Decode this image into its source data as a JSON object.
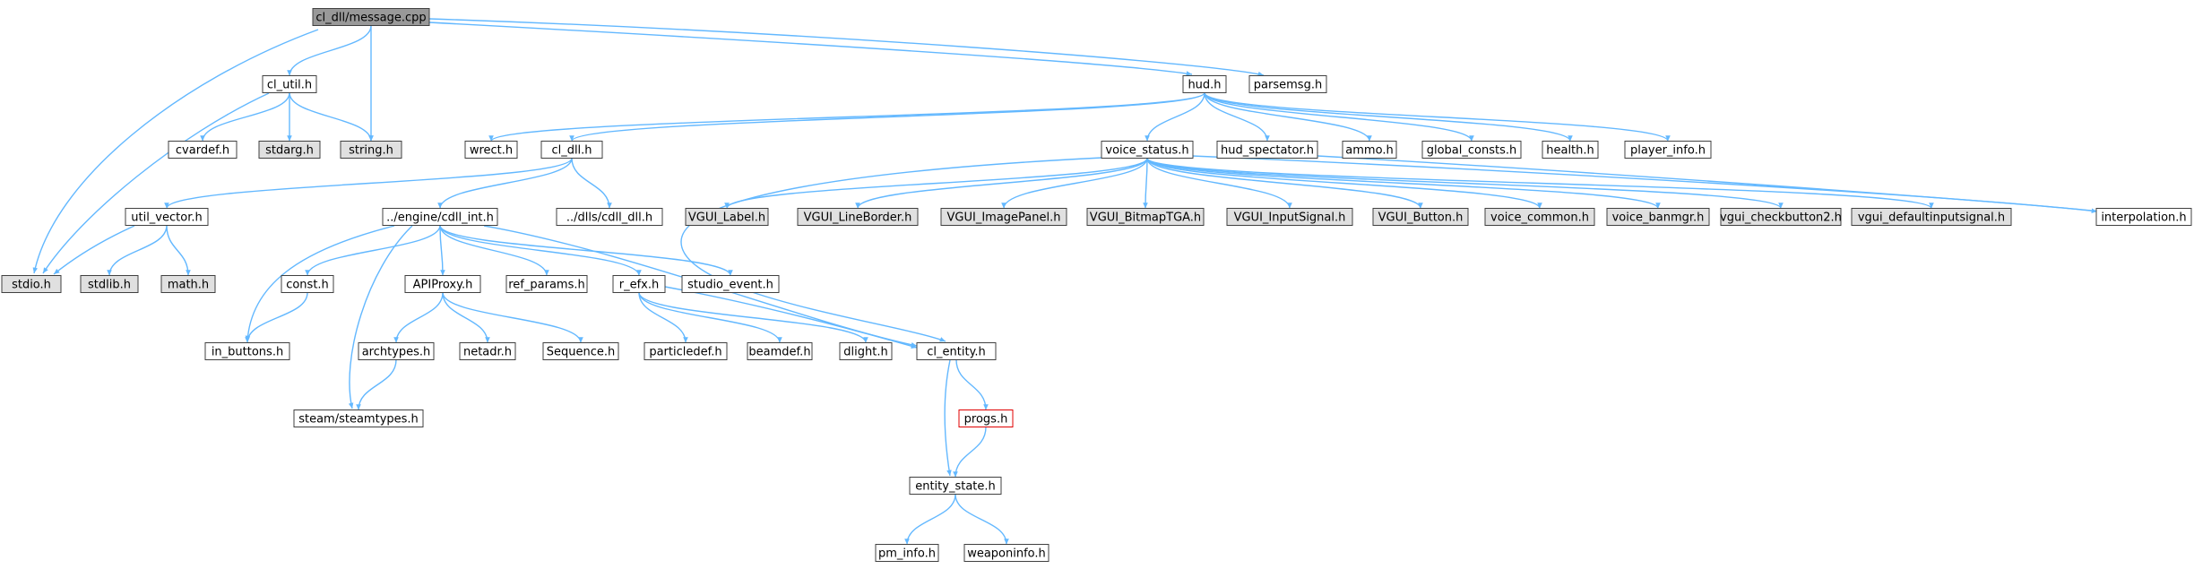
{
  "colors": {
    "edge": "#63b8ff",
    "node_normal": "#ffffff",
    "node_external": "#e0e0e0",
    "node_root": "#999999",
    "node_border": "#404040",
    "node_error_border": "#e00000"
  },
  "graph": {
    "nodes": [
      {
        "id": "n_root",
        "label": "cl_dll/message.cpp",
        "kind": "root"
      },
      {
        "id": "n_cl_util",
        "label": "cl_util.h",
        "kind": "normal"
      },
      {
        "id": "n_hud",
        "label": "hud.h",
        "kind": "normal"
      },
      {
        "id": "n_parsemsg",
        "label": "parsemsg.h",
        "kind": "normal"
      },
      {
        "id": "n_cvardef",
        "label": "cvardef.h",
        "kind": "normal"
      },
      {
        "id": "n_stdarg",
        "label": "stdarg.h",
        "kind": "external"
      },
      {
        "id": "n_string",
        "label": "string.h",
        "kind": "external"
      },
      {
        "id": "n_wrect",
        "label": "wrect.h",
        "kind": "normal"
      },
      {
        "id": "n_cl_dll",
        "label": "cl_dll.h",
        "kind": "normal"
      },
      {
        "id": "n_voice_status",
        "label": "voice_status.h",
        "kind": "normal"
      },
      {
        "id": "n_hud_spectator",
        "label": "hud_spectator.h",
        "kind": "normal"
      },
      {
        "id": "n_ammo",
        "label": "ammo.h",
        "kind": "normal"
      },
      {
        "id": "n_global_consts",
        "label": "global_consts.h",
        "kind": "normal"
      },
      {
        "id": "n_health",
        "label": "health.h",
        "kind": "normal"
      },
      {
        "id": "n_player_info",
        "label": "player_info.h",
        "kind": "normal"
      },
      {
        "id": "n_util_vector",
        "label": "util_vector.h",
        "kind": "normal"
      },
      {
        "id": "n_cdll_int",
        "label": "../engine/cdll_int.h",
        "kind": "normal"
      },
      {
        "id": "n_dlls_cdll",
        "label": "../dlls/cdll_dll.h",
        "kind": "normal"
      },
      {
        "id": "n_vgui_label",
        "label": "VGUI_Label.h",
        "kind": "external"
      },
      {
        "id": "n_vgui_lineborder",
        "label": "VGUI_LineBorder.h",
        "kind": "external"
      },
      {
        "id": "n_vgui_imagepanel",
        "label": "VGUI_ImagePanel.h",
        "kind": "external"
      },
      {
        "id": "n_vgui_bitmaptga",
        "label": "VGUI_BitmapTGA.h",
        "kind": "external"
      },
      {
        "id": "n_vgui_inputsignal",
        "label": "VGUI_InputSignal.h",
        "kind": "external"
      },
      {
        "id": "n_vgui_button",
        "label": "VGUI_Button.h",
        "kind": "external"
      },
      {
        "id": "n_voice_common",
        "label": "voice_common.h",
        "kind": "external"
      },
      {
        "id": "n_voice_banmgr",
        "label": "voice_banmgr.h",
        "kind": "external"
      },
      {
        "id": "n_vgui_checkbutton2",
        "label": "vgui_checkbutton2.h",
        "kind": "external"
      },
      {
        "id": "n_vgui_defaultinputsignal",
        "label": "vgui_defaultinputsignal.h",
        "kind": "external"
      },
      {
        "id": "n_interpolation",
        "label": "interpolation.h",
        "kind": "normal"
      },
      {
        "id": "n_stdio",
        "label": "stdio.h",
        "kind": "external"
      },
      {
        "id": "n_stdlib",
        "label": "stdlib.h",
        "kind": "external"
      },
      {
        "id": "n_math",
        "label": "math.h",
        "kind": "external"
      },
      {
        "id": "n_const",
        "label": "const.h",
        "kind": "normal"
      },
      {
        "id": "n_apiproxy",
        "label": "APIProxy.h",
        "kind": "normal"
      },
      {
        "id": "n_ref_params",
        "label": "ref_params.h",
        "kind": "normal"
      },
      {
        "id": "n_r_efx",
        "label": "r_efx.h",
        "kind": "normal"
      },
      {
        "id": "n_studio_event",
        "label": "studio_event.h",
        "kind": "normal"
      },
      {
        "id": "n_in_buttons",
        "label": "in_buttons.h",
        "kind": "normal"
      },
      {
        "id": "n_archtypes",
        "label": "archtypes.h",
        "kind": "normal"
      },
      {
        "id": "n_netadr",
        "label": "netadr.h",
        "kind": "normal"
      },
      {
        "id": "n_sequence",
        "label": "Sequence.h",
        "kind": "normal"
      },
      {
        "id": "n_particledef",
        "label": "particledef.h",
        "kind": "normal"
      },
      {
        "id": "n_beamdef",
        "label": "beamdef.h",
        "kind": "normal"
      },
      {
        "id": "n_dlight",
        "label": "dlight.h",
        "kind": "normal"
      },
      {
        "id": "n_cl_entity",
        "label": "cl_entity.h",
        "kind": "normal"
      },
      {
        "id": "n_steamtypes",
        "label": "steam/steamtypes.h",
        "kind": "normal"
      },
      {
        "id": "n_progs",
        "label": "progs.h",
        "kind": "error"
      },
      {
        "id": "n_entity_state",
        "label": "entity_state.h",
        "kind": "normal"
      },
      {
        "id": "n_pm_info",
        "label": "pm_info.h",
        "kind": "normal"
      },
      {
        "id": "n_weaponinfo",
        "label": "weaponinfo.h",
        "kind": "normal"
      }
    ],
    "edges": [
      [
        "n_root",
        "n_cl_util"
      ],
      [
        "n_root",
        "n_string"
      ],
      [
        "n_root",
        "n_stdio"
      ],
      [
        "n_root",
        "n_hud"
      ],
      [
        "n_root",
        "n_parsemsg"
      ],
      [
        "n_cl_util",
        "n_cvardef"
      ],
      [
        "n_cl_util",
        "n_stdarg"
      ],
      [
        "n_cl_util",
        "n_string"
      ],
      [
        "n_cl_util",
        "n_stdio"
      ],
      [
        "n_hud",
        "n_wrect"
      ],
      [
        "n_hud",
        "n_cl_dll"
      ],
      [
        "n_hud",
        "n_voice_status"
      ],
      [
        "n_hud",
        "n_hud_spectator"
      ],
      [
        "n_hud",
        "n_ammo"
      ],
      [
        "n_hud",
        "n_global_consts"
      ],
      [
        "n_hud",
        "n_health"
      ],
      [
        "n_hud",
        "n_player_info"
      ],
      [
        "n_cl_dll",
        "n_util_vector"
      ],
      [
        "n_cl_dll",
        "n_cdll_int"
      ],
      [
        "n_cl_dll",
        "n_dlls_cdll"
      ],
      [
        "n_util_vector",
        "n_stdio"
      ],
      [
        "n_util_vector",
        "n_stdlib"
      ],
      [
        "n_util_vector",
        "n_math"
      ],
      [
        "n_voice_status",
        "n_vgui_label"
      ],
      [
        "n_voice_status",
        "n_vgui_lineborder"
      ],
      [
        "n_voice_status",
        "n_vgui_imagepanel"
      ],
      [
        "n_voice_status",
        "n_vgui_bitmaptga"
      ],
      [
        "n_voice_status",
        "n_vgui_inputsignal"
      ],
      [
        "n_voice_status",
        "n_vgui_button"
      ],
      [
        "n_voice_status",
        "n_voice_common"
      ],
      [
        "n_voice_status",
        "n_voice_banmgr"
      ],
      [
        "n_voice_status",
        "n_vgui_checkbutton2"
      ],
      [
        "n_voice_status",
        "n_vgui_defaultinputsignal"
      ],
      [
        "n_voice_status",
        "n_cl_entity"
      ],
      [
        "n_voice_status",
        "n_interpolation"
      ],
      [
        "n_hud_spectator",
        "n_interpolation"
      ],
      [
        "n_cdll_int",
        "n_const"
      ],
      [
        "n_cdll_int",
        "n_apiproxy"
      ],
      [
        "n_cdll_int",
        "n_ref_params"
      ],
      [
        "n_cdll_int",
        "n_r_efx"
      ],
      [
        "n_cdll_int",
        "n_studio_event"
      ],
      [
        "n_cdll_int",
        "n_in_buttons"
      ],
      [
        "n_cdll_int",
        "n_steamtypes"
      ],
      [
        "n_const",
        "n_in_buttons"
      ],
      [
        "n_apiproxy",
        "n_archtypes"
      ],
      [
        "n_apiproxy",
        "n_netadr"
      ],
      [
        "n_apiproxy",
        "n_sequence"
      ],
      [
        "n_archtypes",
        "n_steamtypes"
      ],
      [
        "n_r_efx",
        "n_particledef"
      ],
      [
        "n_r_efx",
        "n_beamdef"
      ],
      [
        "n_r_efx",
        "n_dlight"
      ],
      [
        "n_r_efx",
        "n_cl_entity"
      ],
      [
        "n_cdll_int",
        "n_cl_entity"
      ],
      [
        "n_cl_entity",
        "n_progs"
      ],
      [
        "n_cl_entity",
        "n_entity_state"
      ],
      [
        "n_progs",
        "n_entity_state"
      ],
      [
        "n_entity_state",
        "n_pm_info"
      ],
      [
        "n_entity_state",
        "n_weaponinfo"
      ]
    ]
  }
}
